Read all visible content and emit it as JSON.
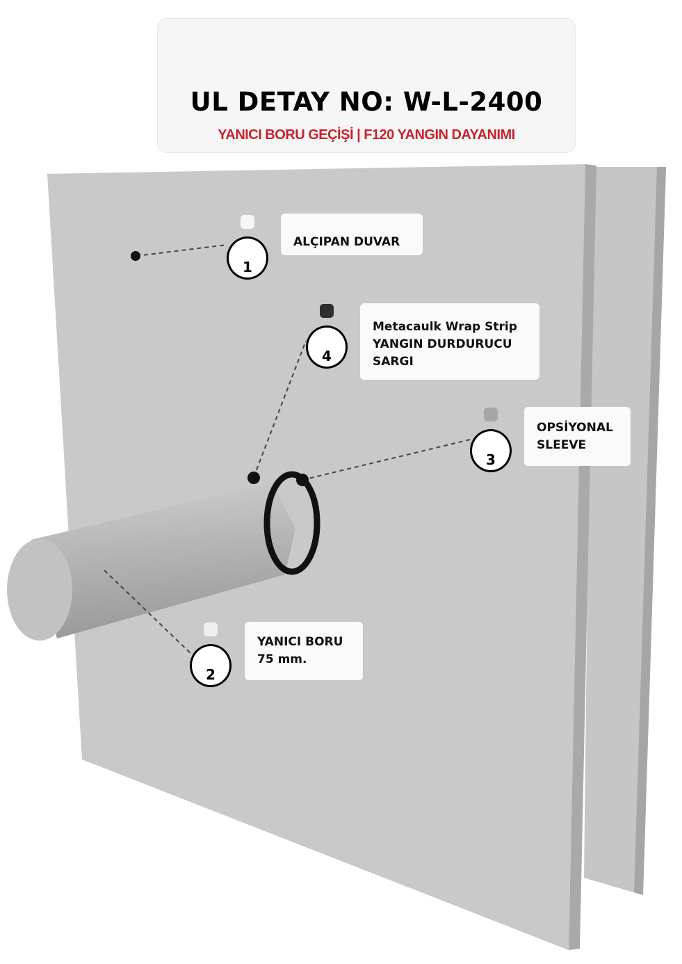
{
  "header": {
    "title": "UL DETAY NO: W-L-2400",
    "subtitle": "YANICI BORU GEÇİŞİ | F120 YANGIN DAYANIMI"
  },
  "callouts": [
    {
      "number": "1",
      "label_lines": [
        "ALÇIPAN DUVAR"
      ],
      "marker_color": "#f7f7f7"
    },
    {
      "number": "2",
      "label_lines": [
        "YANICI BORU",
        "75 mm."
      ],
      "marker_color": "#efefef"
    },
    {
      "number": "3",
      "label_lines": [
        "OPSİYONAL",
        "SLEEVE"
      ],
      "marker_color": "#a6a6a6"
    },
    {
      "number": "4",
      "label_lines": [
        "Metacaulk Wrap Strip",
        "YANGIN DURDURUCU",
        "SARGI"
      ],
      "marker_color": "#2e2e2e"
    }
  ],
  "colors": {
    "wall": "#c9c9c9",
    "wall_edge": "#a8a8a8",
    "accent_red": "#c8232c"
  }
}
